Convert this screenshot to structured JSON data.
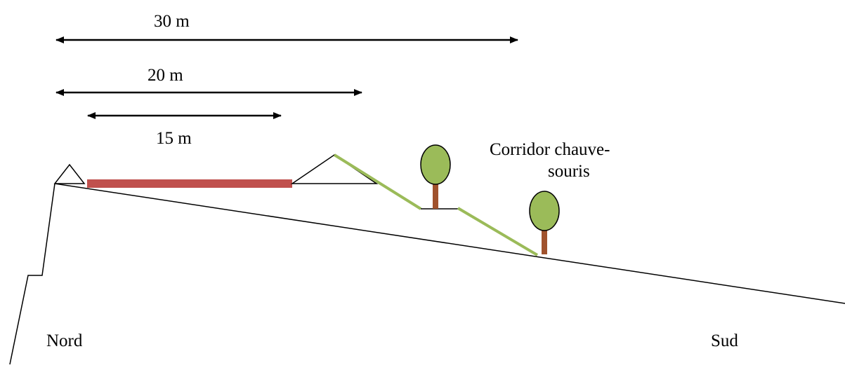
{
  "dimensions": [
    {
      "label": "30 m"
    },
    {
      "label": "20 m"
    },
    {
      "label": "15 m"
    }
  ],
  "corridor_label": {
    "line1": "Corridor chauve-",
    "line2": "souris"
  },
  "north_label": "Nord",
  "south_label": "Sud",
  "colors": {
    "line": "#000000",
    "red_bar": "#c0504d",
    "green_slope": "#9bbb59",
    "tree_canopy": "#9bbb59",
    "tree_trunk": "#a0522d"
  }
}
